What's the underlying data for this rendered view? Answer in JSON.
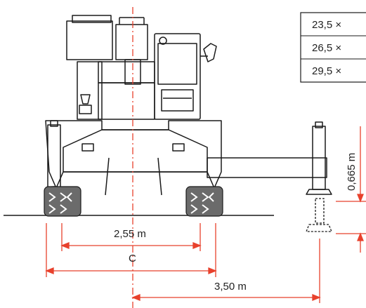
{
  "table": {
    "rows": [
      "23,5 ×",
      "26,5 ×",
      "29,5 ×"
    ]
  },
  "dimensions": {
    "track_inner": "2,55 m",
    "track_c": "C",
    "outrigger_center": "3,50 m",
    "outrigger_height": "0,665 m"
  },
  "colors": {
    "dimension_red": "#e8412c",
    "line_dark": "#1a1a1a",
    "tire_gray": "#6b6b6b"
  }
}
